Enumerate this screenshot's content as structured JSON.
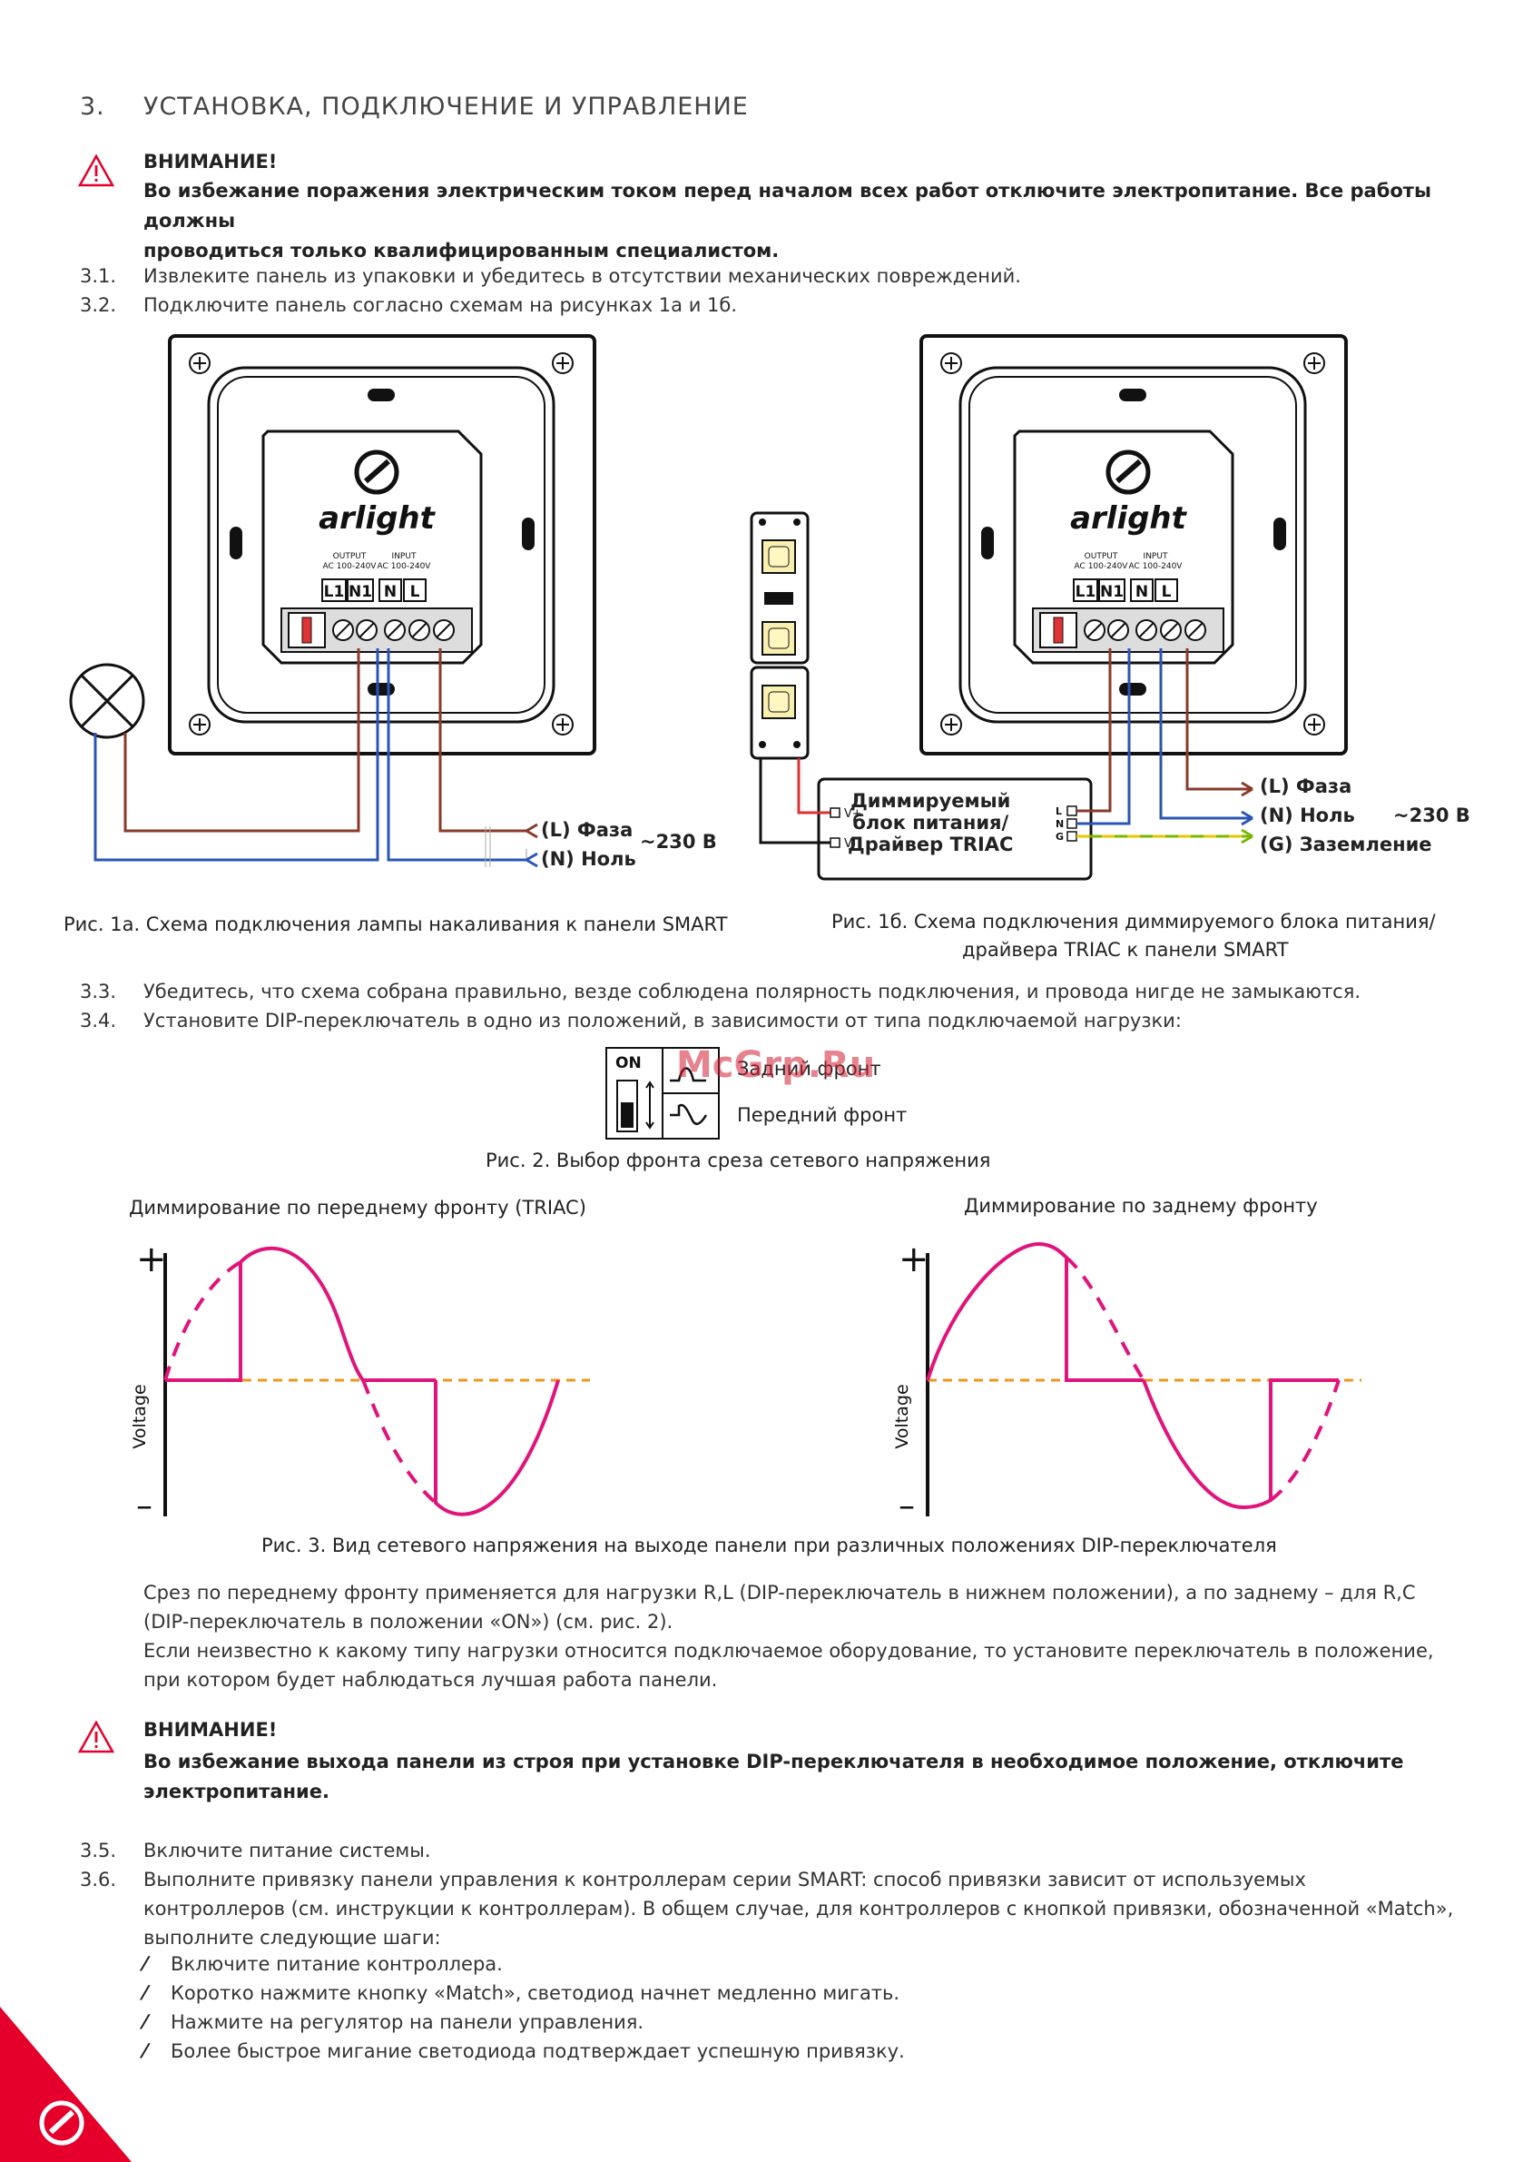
{
  "section": {
    "number": "3.",
    "title": "УСТАНОВКА, ПОДКЛЮЧЕНИЕ И УПРАВЛЕНИЕ"
  },
  "warning1": {
    "title": "ВНИМАНИЕ!",
    "line1": "Во избежание поражения электрическим током перед началом всех работ отключите электропитание. Все работы должны",
    "line2": "проводиться только квалифицированным специалистом."
  },
  "steps_a": [
    {
      "n": "3.1.",
      "t": "Извлеките панель из упаковки и убедитесь в отсутствии механических повреждений."
    },
    {
      "n": "3.2.",
      "t": "Подключите панель согласно схемам на рисунках 1а и 1б."
    }
  ],
  "panel": {
    "brand": "arlight",
    "output_label": "OUTPUT",
    "output_range": "AC 100-240V",
    "input_label": "INPUT",
    "input_range": "AC 100-240V",
    "t1": "L1",
    "t2": "N1",
    "t3": "N",
    "t4": "L"
  },
  "fig1a": {
    "phase": "(L) Фаза",
    "neutral": "(N) Ноль",
    "voltage": "~230 В",
    "caption": "Рис. 1а. Схема подключения лампы накаливания к панели SMART"
  },
  "fig1b": {
    "driver_l1": "Диммируемый",
    "driver_l2": "блок питания/",
    "driver_l3": "Драйвер TRIAC",
    "vplus": "V+",
    "vminus": "V-",
    "tl": "L",
    "tn": "N",
    "tg": "G",
    "phase": "(L) Фаза",
    "neutral": "(N) Ноль",
    "ground": "(G) Заземление",
    "voltage": "~230 В",
    "caption1": "Рис. 1б. Схема подключения диммируемого блока питания/",
    "caption2": "драйвера  TRIAC к панели SMART"
  },
  "steps_b": [
    {
      "n": "3.3.",
      "t": "Убедитесь, что схема собрана правильно, везде соблюдена полярность подключения, и провода нигде не замыкаются."
    },
    {
      "n": "3.4.",
      "t": "Установите DIP-переключатель в одно из положений, в зависимости от типа подключаемой нагрузки:"
    }
  ],
  "fig2": {
    "on": "ON",
    "back": "Задний фронт",
    "front": "Передний фронт",
    "caption": "Рис. 2. Выбор фронта среза сетевого напряжения"
  },
  "fig3": {
    "left_title": "Диммирование по переднему фронту (TRIAC)",
    "right_title": "Диммирование по заднему фронту",
    "ylabel": "Voltage",
    "plus": "+",
    "minus": "–",
    "caption": "Рис. 3. Вид сетевого напряжения на выходе панели при различных положениях DIP-переключателя"
  },
  "para": {
    "l1": "Срез по переднему фронту применяется для нагрузки R,L (DIP-переключатель в нижнем положении), а по заднему – для R,C",
    "l2": "(DIP-переключатель в положении «ON») (см. рис. 2).",
    "l3": "Если неизвестно к какому типу нагрузки относится подключаемое оборудование, то установите переключатель в положение,",
    "l4": "при котором будет наблюдаться лучшая работа панели."
  },
  "warning2": {
    "title": "ВНИМАНИЕ!",
    "line1": "Во избежание выхода панели из строя при установке DIP-переключателя в необходимое положение, отключите",
    "line2": "электропитание."
  },
  "steps_c": [
    {
      "n": "3.5.",
      "t": "Включите питание системы."
    },
    {
      "n": "3.6.",
      "t": "Выполните привязку панели управления к контроллерам серии SMART: способ привязки зависит от используемых"
    }
  ],
  "step36": {
    "l2": "контроллеров (см. инструкции к контроллерам). В общем случае, для контроллеров с кнопкой привязки, обозначенной «Match»,",
    "l3": "выполните следующие шаги:"
  },
  "bullets": [
    "Включите питание контроллера.",
    "Коротко нажмите кнопку «Match», светодиод начнет медленно мигать.",
    "Нажмите на регулятор на панели управления.",
    "Более быстрое мигание светодиода подтверждает успешную привязку."
  ],
  "bullet_glyph": "⁄",
  "watermark": "McGrp.Ru",
  "colors": {
    "brown": "#8a3a2a",
    "blue": "#2b55b5",
    "red": "#e03030",
    "green": "#7ab800",
    "yellow": "#e5c800",
    "magenta": "#e0147a",
    "orange": "#f0961e",
    "brand_red": "#e4002b"
  }
}
